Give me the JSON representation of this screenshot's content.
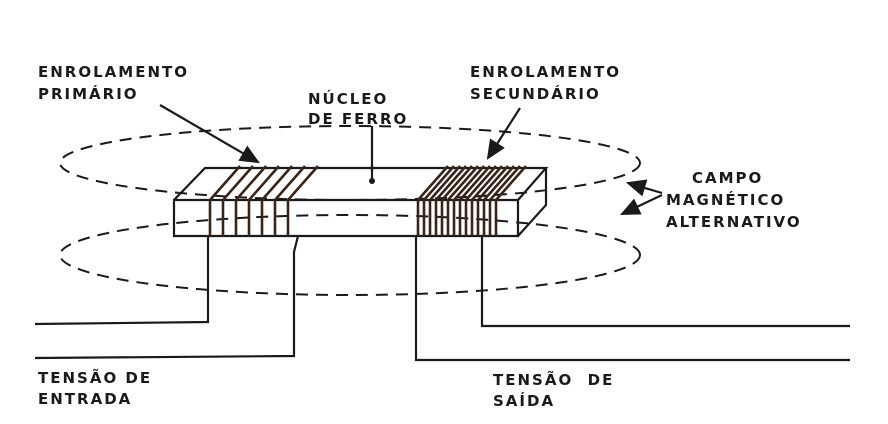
{
  "title": "Transformador",
  "labels": {
    "primary_coil": [
      "ENROLAMENTO",
      "PRIMÁRIO"
    ],
    "core": [
      "NÚCLEO",
      "DE FERRO"
    ],
    "secondary_coil": [
      "ENROLAMENTO",
      "SECUNDÁRIO"
    ],
    "magnetic_field": [
      "CAMPO",
      "MAGNÉTICO",
      "ALTERNATIVO"
    ],
    "input_voltage": [
      "TENSÃO DE",
      "ENTRADA"
    ],
    "output_voltage": [
      "TENSÃO  DE",
      "SAÍDA"
    ]
  },
  "colors": {
    "ink": "#1a1a1a",
    "coil": "#3a2418"
  }
}
